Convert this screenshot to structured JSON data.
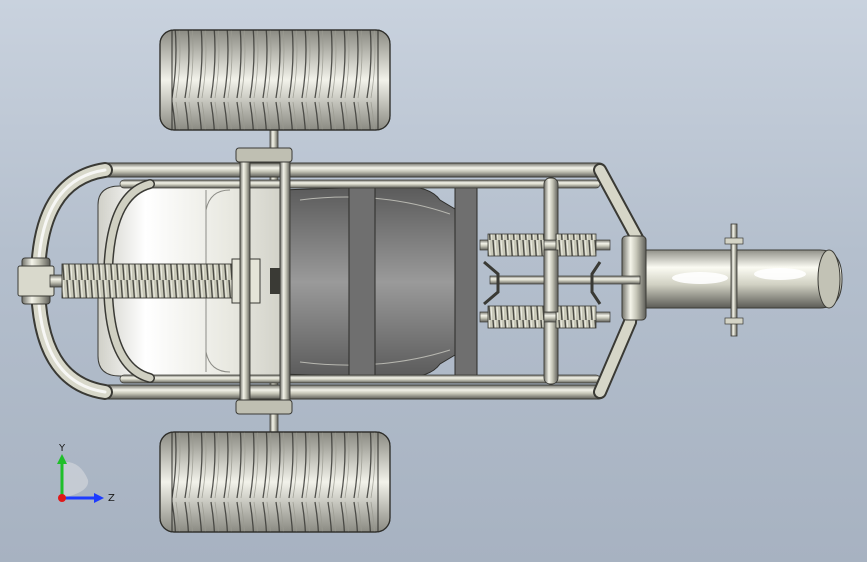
{
  "view": {
    "model": "trike-chassis-assembly",
    "orientation": "top"
  },
  "triad": {
    "y_label": "Y",
    "z_label": "Z",
    "colors": {
      "y": "#1fbf2a",
      "z": "#1d3bff",
      "x": "#e01818"
    }
  },
  "colors": {
    "tube": "#c8c8b8",
    "tire_tread": "#ecece4",
    "cowling": "#e9e9e2",
    "seat_pan": "#7b7b7b",
    "dark_bracket": "#6b6b6b",
    "spring": "#d2d2c2"
  }
}
